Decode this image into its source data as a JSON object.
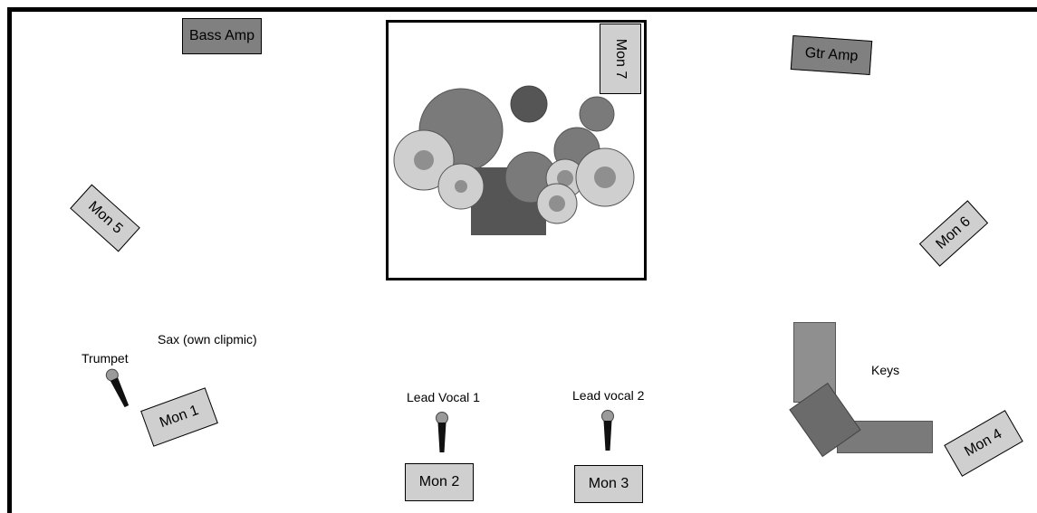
{
  "stage": {
    "bass_amp": "Bass Amp",
    "gtr_amp": "Gtr Amp",
    "mon_1": "Mon 1",
    "mon_2": "Mon 2",
    "mon_3": "Mon 3",
    "mon_4": "Mon 4",
    "mon_5": "Mon 5",
    "mon_6": "Mon 6",
    "mon_7": "Mon 7",
    "sax_label": "Sax (own clipmic)",
    "trumpet_label": "Trumpet",
    "lead_vocal_1_label": "Lead Vocal 1",
    "lead_vocal_2_label": "Lead vocal 2",
    "keys_label": "Keys"
  },
  "colors": {
    "amp": "#808080",
    "monitor": "#cfcfcf",
    "drum_dark": "#555555",
    "drum_mid": "#7a7a7a",
    "cymbal": "#cfcfcf",
    "keys_light": "#8f8f8f",
    "keys_dark": "#6b6b6b"
  }
}
